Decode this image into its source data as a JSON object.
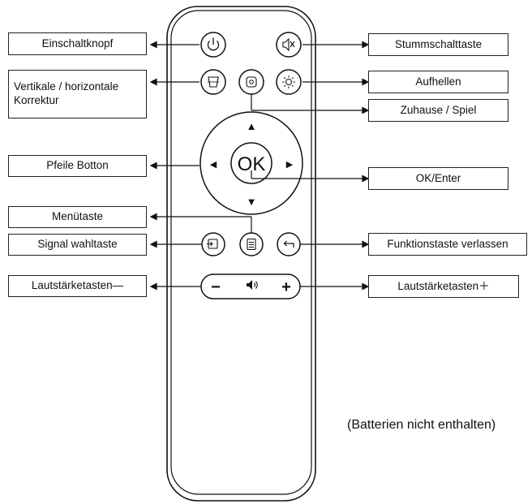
{
  "labels": {
    "power": "Einschaltknopf",
    "mute": "Stummschalttaste",
    "keystone_line1": "Vertikale / horizontale",
    "keystone_line2": "Korrektur",
    "brightness": "Aufhellen",
    "home": "Zuhause / Spiel",
    "arrows": "Pfeile Botton",
    "ok_enter": "OK/Enter",
    "menu": "Menütaste",
    "source": "Signal wahltaste",
    "back": "Funktionstaste verlassen",
    "vol_down": "Lautstärketasten—",
    "vol_up": "Lautstärketasten＋"
  },
  "remote": {
    "ok_text": "OK",
    "vol_minus": "−",
    "vol_plus": "+",
    "up_arrow": "▲",
    "down_arrow": "▼",
    "left_arrow": "◀",
    "right_arrow": "▶"
  },
  "note": "(Batterien nicht enthalten)"
}
